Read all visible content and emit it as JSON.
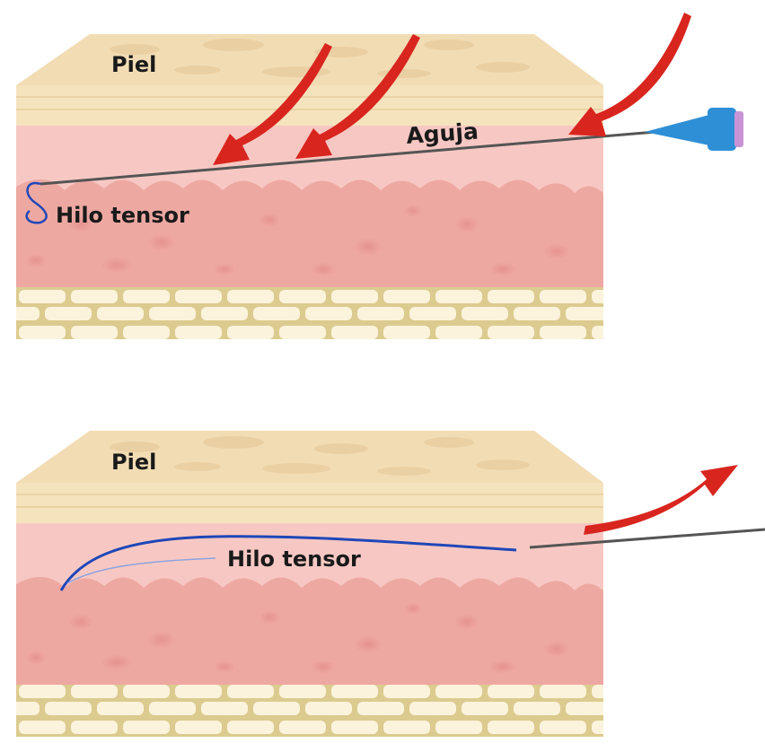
{
  "panels": [
    {
      "skin_label": "Piel",
      "needle_label": "Aguja",
      "thread_label": "Hilo tensor"
    },
    {
      "skin_label": "Piel",
      "thread_label": "Hilo tensor"
    }
  ],
  "colors": {
    "skin_top": "#f2dcb4",
    "skin_top_front": "#f5e3be",
    "dermis_upper": "#f7c8c3",
    "dermis_lower": "#eea8a2",
    "fat": "#dccb8f",
    "fat_cells": "#fbf3dc",
    "arrow": "#d8261f",
    "thread": "#1f47b8",
    "needle_hub": "#2f8fd6",
    "needle": "#555555"
  }
}
